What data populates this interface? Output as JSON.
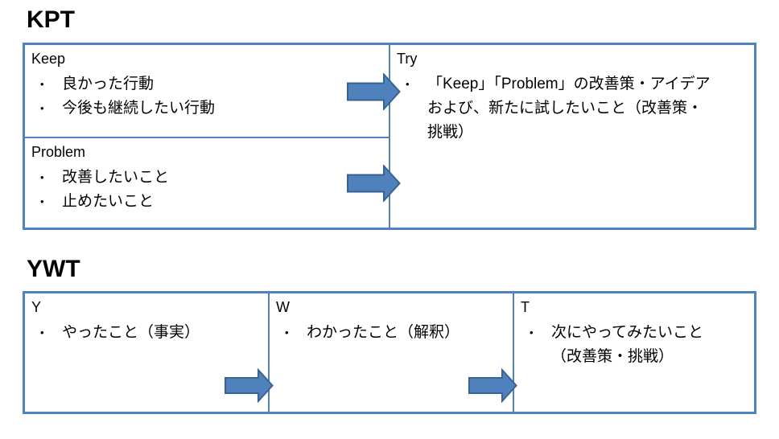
{
  "colors": {
    "border": "#4f81bd",
    "arrow_fill": "#4f81bd",
    "arrow_stroke": "#38618f",
    "text": "#000000",
    "bg": "#ffffff"
  },
  "chars": {
    "bullet": "•"
  },
  "kpt": {
    "title": "KPT",
    "keep": {
      "label": "Keep",
      "bullets": [
        "良かった行動",
        "今後も継続したい行動"
      ]
    },
    "problem": {
      "label": "Problem",
      "bullets": [
        "改善したいこと",
        "止めたいこと"
      ]
    },
    "try": {
      "label": "Try",
      "bullet_lines": [
        "「Keep」「Problem」の改善策・アイデア",
        "および、新たに試したいこと（改善策・",
        "挑戦）"
      ]
    }
  },
  "ywt": {
    "title": "YWT",
    "y": {
      "label": "Y",
      "bullets": [
        "やったこと（事実）"
      ]
    },
    "w": {
      "label": "W",
      "bullets": [
        "わかったこと（解釈）"
      ]
    },
    "t": {
      "label": "T",
      "bullet_lines": [
        "次にやってみたいこと",
        "（改善策・挑戦）"
      ]
    }
  }
}
